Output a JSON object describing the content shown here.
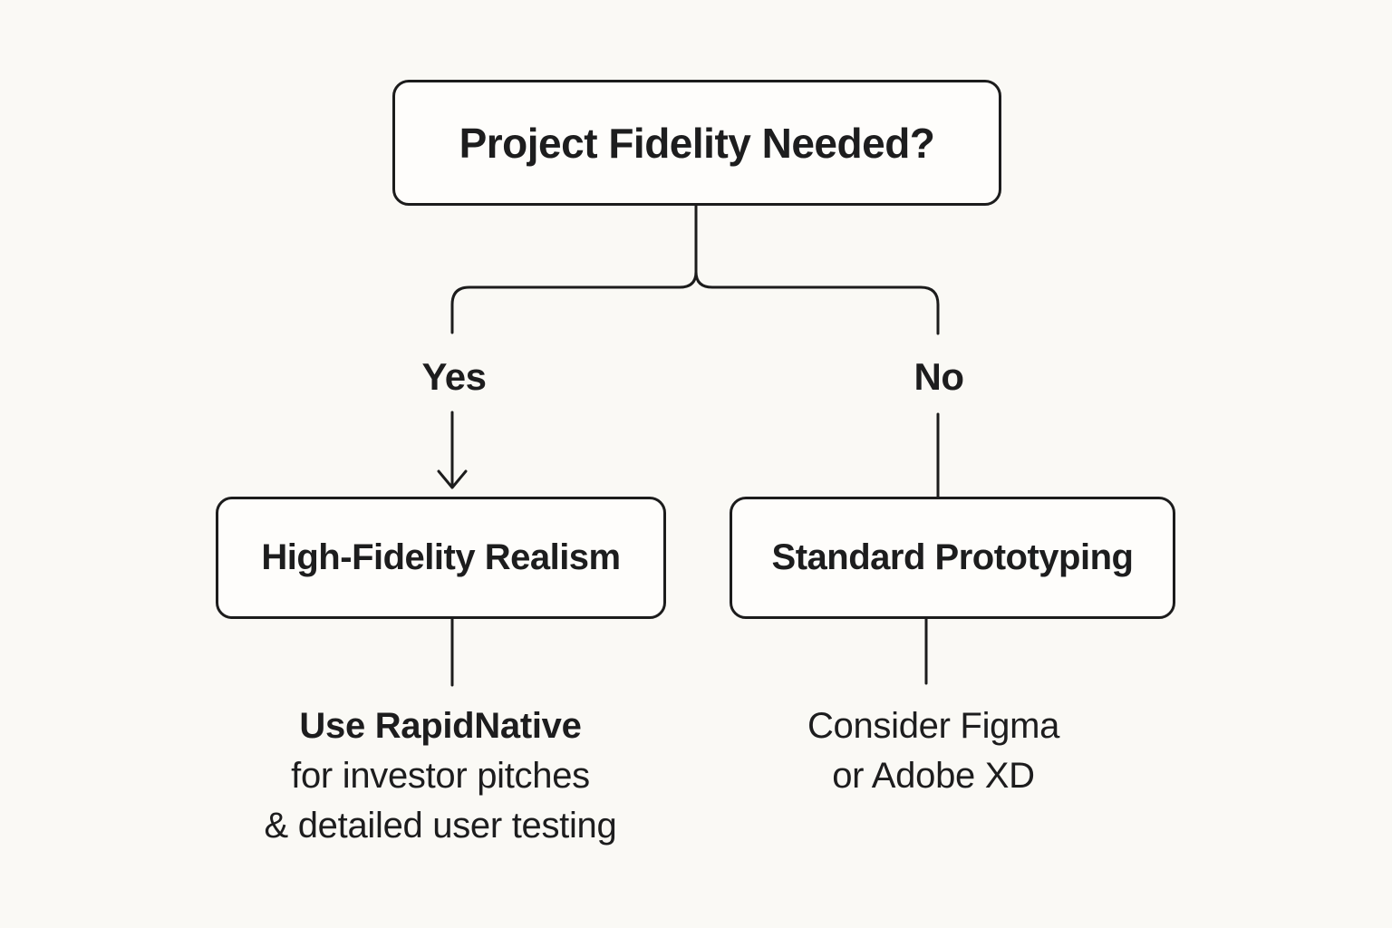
{
  "colors": {
    "background": "#faf9f5",
    "node-fill": "#fefdfb",
    "line": "#1c1c1c",
    "text": "#1d1d1e"
  },
  "flowchart": {
    "root": {
      "label": "Project Fidelity Needed?"
    },
    "branches": [
      {
        "condition": "Yes",
        "node_label": "High-Fidelity Realism",
        "note_lines": [
          "Use RapidNative",
          "for investor pitches",
          "& detailed user testing"
        ]
      },
      {
        "condition": "No",
        "node_label": "Standard Prototyping",
        "note_lines": [
          "Consider Figma",
          "or Adobe XD"
        ]
      }
    ]
  }
}
